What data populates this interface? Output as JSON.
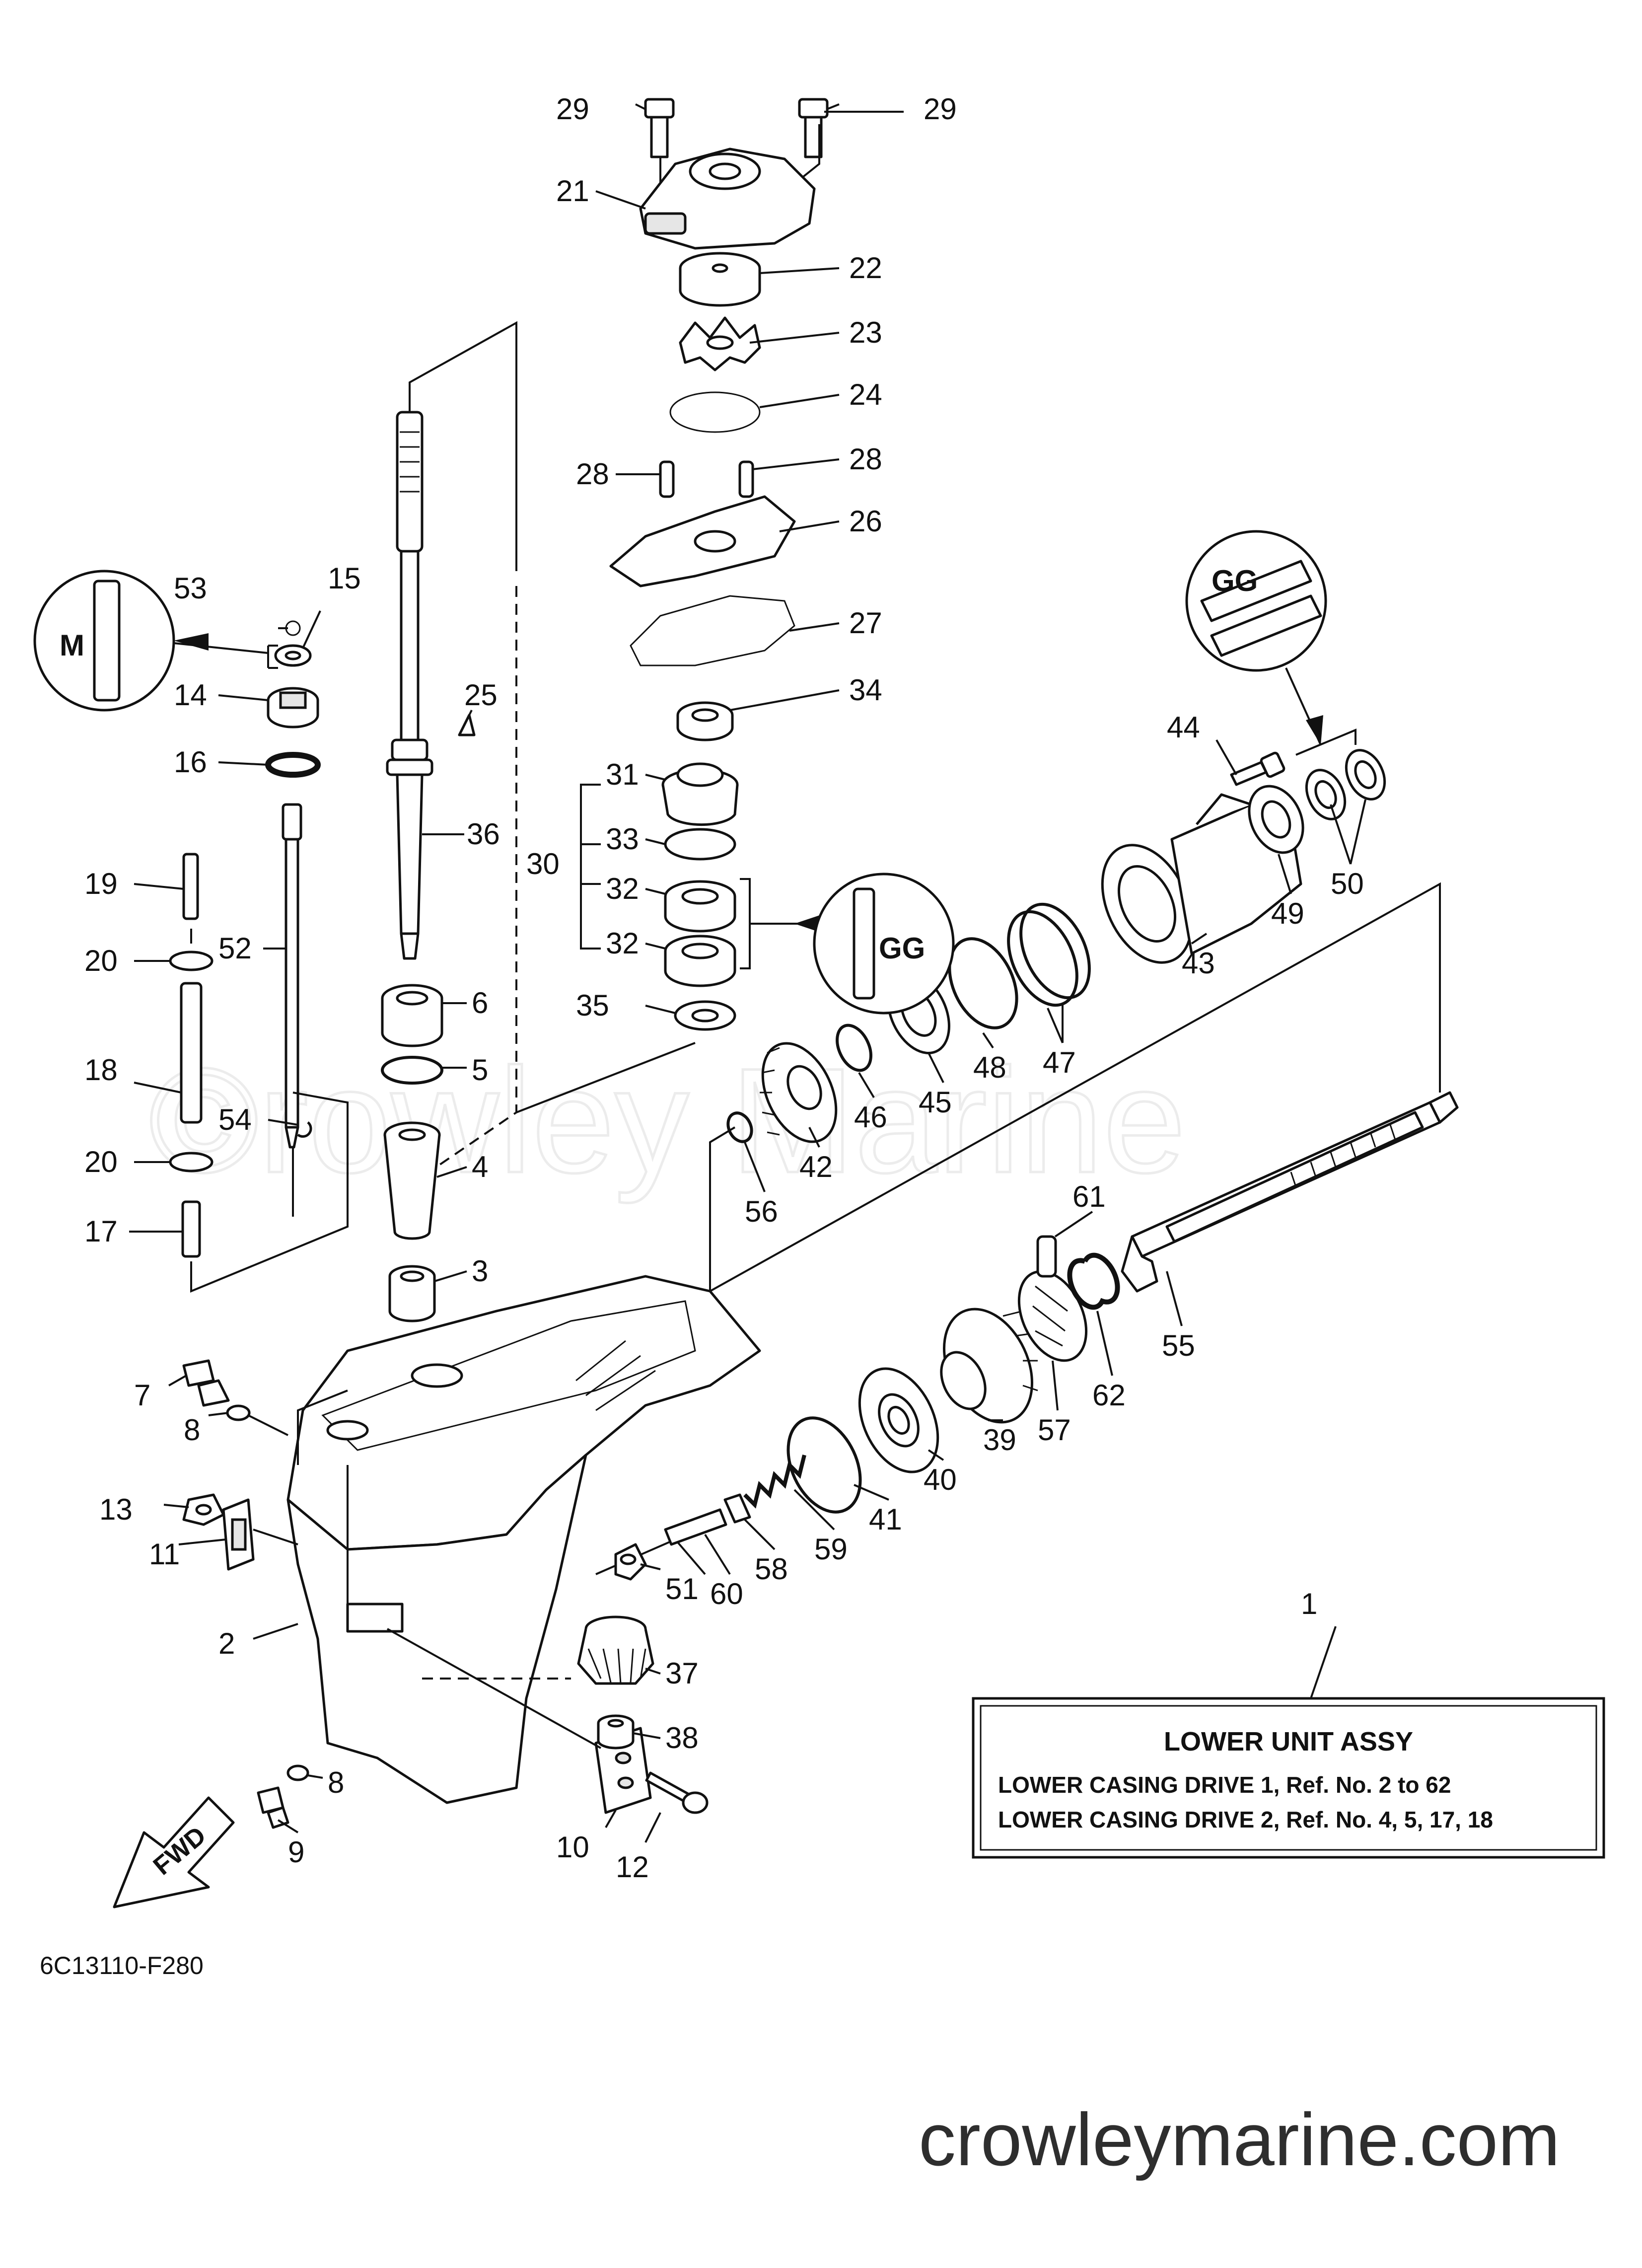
{
  "callouts": [
    {
      "id": "c29a",
      "text": "29"
    },
    {
      "id": "c29b",
      "text": "29"
    },
    {
      "id": "c21",
      "text": "21"
    },
    {
      "id": "c22",
      "text": "22"
    },
    {
      "id": "c23",
      "text": "23"
    },
    {
      "id": "c24",
      "text": "24"
    },
    {
      "id": "c28a",
      "text": "28"
    },
    {
      "id": "c28b",
      "text": "28"
    },
    {
      "id": "c26",
      "text": "26"
    },
    {
      "id": "c27",
      "text": "27"
    },
    {
      "id": "c34",
      "text": "34"
    },
    {
      "id": "c31",
      "text": "31"
    },
    {
      "id": "c33",
      "text": "33"
    },
    {
      "id": "c30",
      "text": "30"
    },
    {
      "id": "c32a",
      "text": "32"
    },
    {
      "id": "c32b",
      "text": "32"
    },
    {
      "id": "c35",
      "text": "35"
    },
    {
      "id": "c53",
      "text": "53"
    },
    {
      "id": "c15",
      "text": "15"
    },
    {
      "id": "c14",
      "text": "14"
    },
    {
      "id": "c16",
      "text": "16"
    },
    {
      "id": "c25",
      "text": "25"
    },
    {
      "id": "c36",
      "text": "36"
    },
    {
      "id": "c19",
      "text": "19"
    },
    {
      "id": "c20a",
      "text": "20"
    },
    {
      "id": "c52",
      "text": "52"
    },
    {
      "id": "c18",
      "text": "18"
    },
    {
      "id": "c54",
      "text": "54"
    },
    {
      "id": "c20b",
      "text": "20"
    },
    {
      "id": "c17",
      "text": "17"
    },
    {
      "id": "c6",
      "text": "6"
    },
    {
      "id": "c5",
      "text": "5"
    },
    {
      "id": "c4",
      "text": "4"
    },
    {
      "id": "c3",
      "text": "3"
    },
    {
      "id": "c44",
      "text": "44"
    },
    {
      "id": "c50",
      "text": "50"
    },
    {
      "id": "c49",
      "text": "49"
    },
    {
      "id": "c43",
      "text": "43"
    },
    {
      "id": "c47",
      "text": "47"
    },
    {
      "id": "c48",
      "text": "48"
    },
    {
      "id": "c45",
      "text": "45"
    },
    {
      "id": "c46",
      "text": "46"
    },
    {
      "id": "c42",
      "text": "42"
    },
    {
      "id": "c56",
      "text": "56"
    },
    {
      "id": "c61",
      "text": "61"
    },
    {
      "id": "c55",
      "text": "55"
    },
    {
      "id": "c62",
      "text": "62"
    },
    {
      "id": "c57",
      "text": "57"
    },
    {
      "id": "c39",
      "text": "39"
    },
    {
      "id": "c40",
      "text": "40"
    },
    {
      "id": "c41",
      "text": "41"
    },
    {
      "id": "c59",
      "text": "59"
    },
    {
      "id": "c58",
      "text": "58"
    },
    {
      "id": "c60",
      "text": "60"
    },
    {
      "id": "c51",
      "text": "51"
    },
    {
      "id": "c37",
      "text": "37"
    },
    {
      "id": "c38",
      "text": "38"
    },
    {
      "id": "c7",
      "text": "7"
    },
    {
      "id": "c8a",
      "text": "8"
    },
    {
      "id": "c13",
      "text": "13"
    },
    {
      "id": "c11",
      "text": "11"
    },
    {
      "id": "c2",
      "text": "2"
    },
    {
      "id": "c8b",
      "text": "8"
    },
    {
      "id": "c9",
      "text": "9"
    },
    {
      "id": "c10",
      "text": "10"
    },
    {
      "id": "c12",
      "text": "12"
    },
    {
      "id": "c1",
      "text": "1"
    }
  ],
  "assy_box": {
    "title": "LOWER UNIT ASSY",
    "line1": "LOWER CASING DRIVE 1,   Ref. No. 2 to 62",
    "line2": "LOWER CASING DRIVE 2,   Ref. No. 4, 5, 17, 18"
  },
  "forward_marker": "FWD",
  "drawing_ref": "6C13110-F280",
  "watermark": "©rowley Marine",
  "site": "crowleymarine.com"
}
